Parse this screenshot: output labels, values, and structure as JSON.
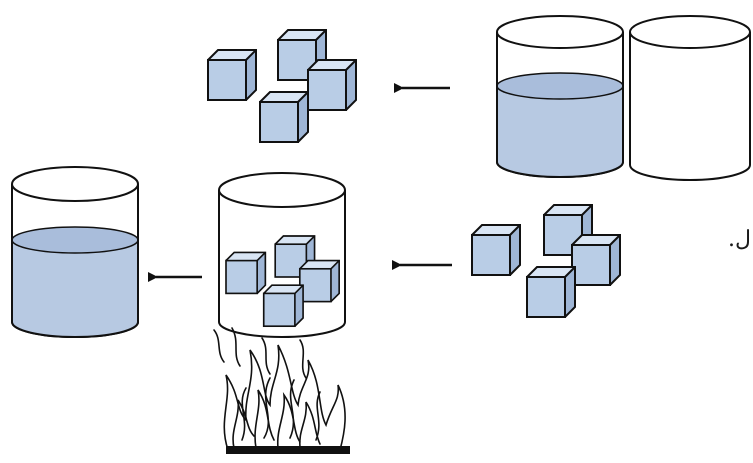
{
  "diagram": {
    "caption": "",
    "edge_text": ".ل",
    "colors": {
      "water": "#b7c9e2",
      "water_surface": "#a9bddb",
      "ice_front": "#b9cde6",
      "ice_top": "#d9e5f4",
      "ice_side": "#9fb6d6",
      "outline": "#111111",
      "flame": "#111111"
    },
    "containers": [
      {
        "id": "beaker-water-full",
        "contents": "water"
      },
      {
        "id": "beaker-empty",
        "contents": "empty"
      },
      {
        "id": "beaker-ice-heated",
        "contents": "ice"
      },
      {
        "id": "beaker-melted-water",
        "contents": "water"
      }
    ],
    "arrows": [
      {
        "id": "arrow-top",
        "direction": "left"
      },
      {
        "id": "arrow-middle",
        "direction": "left"
      },
      {
        "id": "arrow-bottom-left",
        "direction": "left"
      }
    ],
    "icons": [
      "ice-cubes-icon",
      "fire-icon",
      "beaker-icon",
      "arrow-icon"
    ]
  }
}
